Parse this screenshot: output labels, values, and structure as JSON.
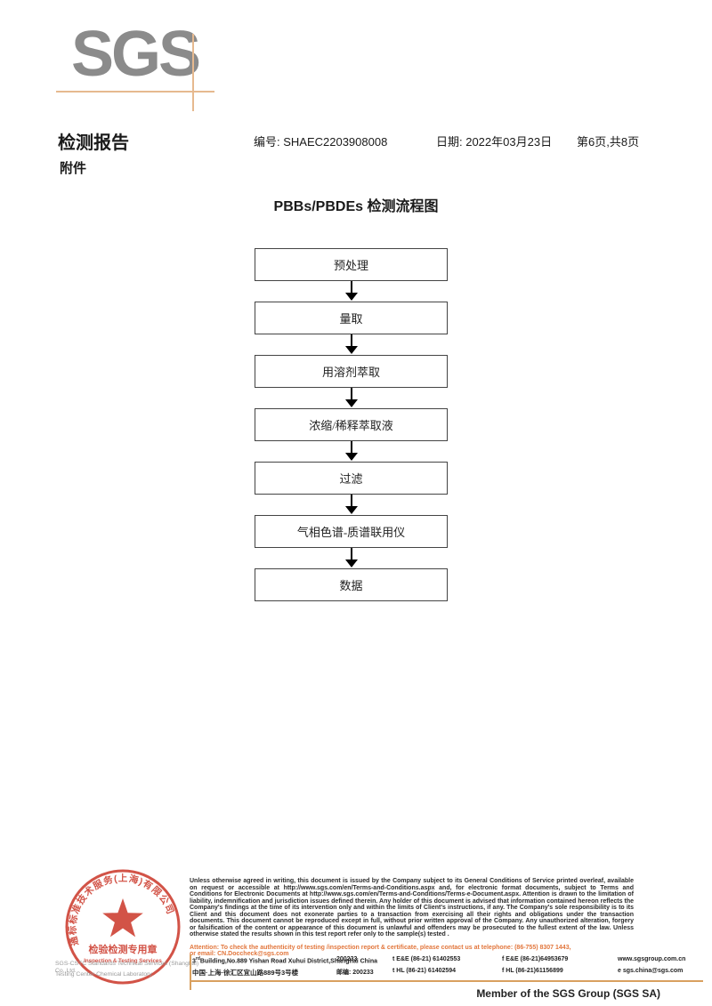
{
  "logo": {
    "text": "SGS"
  },
  "header": {
    "report_title": "检测报告",
    "report_no": "编号: SHAEC2203908008",
    "date": "日期: 2022年03月23日",
    "page": "第6页,共8页",
    "attachment_label": "附件"
  },
  "flowchart": {
    "title": "PBBs/PBDEs 检测流程图",
    "steps": [
      "预处理",
      "量取",
      "用溶剂萃取",
      "浓缩/稀释萃取液",
      "过滤",
      "气相色谱-质谱联用仪",
      "数据"
    ]
  },
  "stamp": {
    "ring_text": "通标标准技术服务(上海)有限公司",
    "center_line1": "检验检测专用章",
    "center_line2": "Inspection & Testing Services",
    "company_line1": "SGS-CSTC Standards Technical Services (Shanghai) Co.,Ltd.",
    "company_line2": "Testing Center-Chemical Laboratory.",
    "red": "#cf4538"
  },
  "footer": {
    "disclaimer": "Unless otherwise agreed in writing, this document is issued by the Company subject to its General Conditions of Service printed overleaf, available on request or accessible at http://www.sgs.com/en/Terms-and-Conditions.aspx and, for electronic format documents, subject to Terms and Conditions for Electronic Documents at http://www.sgs.com/en/Terms-and-Conditions/Terms-e-Document.aspx. Attention is drawn to the limitation of liability, indemnification and jurisdiction issues defined therein. Any holder of this document is advised that information contained hereon reflects the Company's findings at the time of its intervention only and within the limits of Client's instructions, if any. The Company's sole responsibility is to its Client and this document does not exonerate parties to a transaction from exercising all their rights and obligations under the transaction documents. This document cannot be reproduced except in full, without prior written approval of the Company. Any unauthorized alteration, forgery or falsification of the content or appearance of this document is unlawful and offenders may be prosecuted to the fullest extent of the law. Unless otherwise stated the results shown in this test report refer only to the sample(s) tested .",
    "attention_line1": "Attention: To check the authenticity of testing /inspection report & certificate, please contact us at telephone: (86-755) 8307 1443,",
    "attention_line2": "or email: CN.Doccheck@sgs.com",
    "address": {
      "en": {
        "addr_num": "3",
        "addr_sup": "rd",
        "addr_rest": "Building,No.889 Yishan Road Xuhui District,Shanghai China",
        "postal": "200233",
        "tel": "t E&E (86-21) 61402553",
        "fax": "f E&E (86-21)64953679",
        "web": "www.sgsgroup.com.cn"
      },
      "cn": {
        "addr": "中国·上海·徐汇区宜山路889号3号楼",
        "postal": "邮编: 200233",
        "tel": "t HL (86-21) 61402594",
        "fax": "f HL (86-21)61156899",
        "web": "e  sgs.china@sgs.com"
      }
    },
    "member": "Member of the SGS Group (SGS SA)",
    "accent_color": "#d9a05f"
  }
}
